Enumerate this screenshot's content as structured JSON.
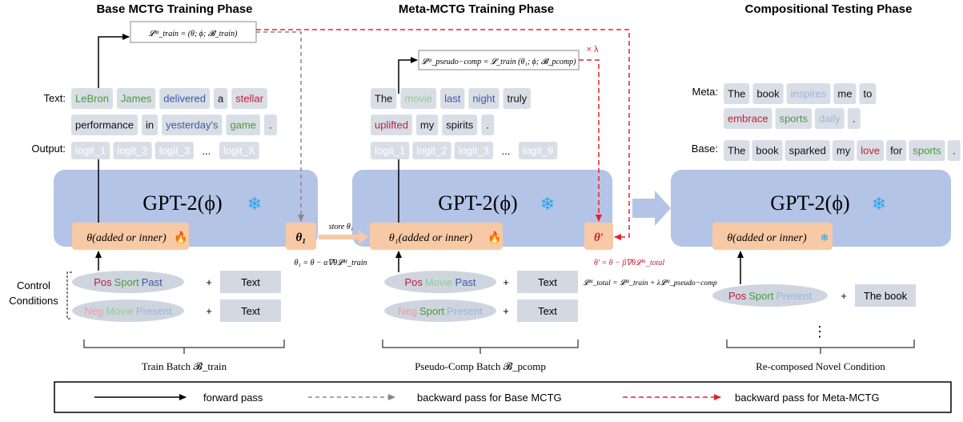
{
  "phases": {
    "base": "Base MCTG Training Phase",
    "meta": "Meta-MCTG Training Phase",
    "test": "Compositional Testing Phase"
  },
  "colors": {
    "gpt_box": "#b4c4e6",
    "orange_box": "#f7c9a4",
    "token_box": "#d9dee6",
    "ellipse": "#cfd5df",
    "text_box": "#d3d9e2",
    "green": "#4a9a3a",
    "red": "#c0203a",
    "blue": "#3a5aa8",
    "light_green": "#8fd08f",
    "light_blue": "#9bb5dc",
    "light_red": "#ee9aa8",
    "dash_red": "#e8202a",
    "dash_gray": "#888888",
    "snow": "#2aa6e8"
  },
  "labels": {
    "text": "Text:",
    "output": "Output:",
    "control": [
      "Control",
      "Conditions"
    ],
    "meta": "Meta:",
    "base": "Base:"
  },
  "formulas": {
    "loss_train": "𝓛ᴹ_train = (θ; ϕ; 𝓑_train)",
    "loss_pseudo": "𝓛ᴹ_pseudo−comp = 𝓛_train (θ₁; ϕ; 𝓑_pcomp)",
    "times_lambda": "× λ",
    "theta1_update": "θ₁ = θ − α∇θ𝓛ᴹ_train",
    "theta_prime_update": "θ′ = θ − β∇θ𝓛ᴹ_total",
    "loss_total": "𝓛ᴹ_total = 𝓛ᴹ_train + λ𝓛ᴹ_pseudo−comp",
    "store": "store θ₁"
  },
  "model": {
    "gpt": "GPT-2(ϕ)",
    "theta_added": "θ(added or inner)",
    "theta1_added": "θ₁(added or inner)",
    "theta1": "θ₁",
    "theta_prime": "θ′"
  },
  "panel1": {
    "text_rows": [
      [
        {
          "t": "LeBron",
          "c": "green"
        },
        {
          "t": "James",
          "c": "green"
        },
        {
          "t": "delivered",
          "c": "blue"
        },
        {
          "t": "a",
          "c": "black"
        },
        {
          "t": "stellar",
          "c": "red"
        }
      ],
      [
        {
          "t": "performance",
          "c": "black"
        },
        {
          "t": "in",
          "c": "black"
        },
        {
          "t": "yesterday's",
          "c": "blue"
        },
        {
          "t": "game",
          "c": "green"
        },
        {
          "t": ".",
          "c": "black"
        }
      ]
    ],
    "outputs": [
      "logit_1",
      "logit_2",
      "logit_3",
      "...",
      "logit_X"
    ],
    "conditions": [
      {
        "tokens": [
          {
            "t": "Pos",
            "c": "red"
          },
          {
            "t": "Sport",
            "c": "green"
          },
          {
            "t": "Past",
            "c": "blue"
          }
        ],
        "plus": "+",
        "text": "Text"
      },
      {
        "tokens": [
          {
            "t": "Neg",
            "c": "light_red"
          },
          {
            "t": "Movie",
            "c": "light_green"
          },
          {
            "t": "Present",
            "c": "light_blue"
          }
        ],
        "plus": "+",
        "text": "Text"
      }
    ],
    "batch": "Train Batch 𝓑_train"
  },
  "panel2": {
    "text_rows": [
      [
        {
          "t": "The",
          "c": "black"
        },
        {
          "t": "movie",
          "c": "light_green"
        },
        {
          "t": "last",
          "c": "blue"
        },
        {
          "t": "night",
          "c": "blue"
        },
        {
          "t": "truly",
          "c": "black"
        }
      ],
      [
        {
          "t": "uplifted",
          "c": "red"
        },
        {
          "t": "my",
          "c": "black"
        },
        {
          "t": "spirits",
          "c": "black"
        },
        {
          "t": ".",
          "c": "black"
        }
      ]
    ],
    "outputs": [
      "logit_1",
      "logit_2",
      "logit_3",
      "...",
      "logit_9"
    ],
    "conditions": [
      {
        "tokens": [
          {
            "t": "Pos",
            "c": "red"
          },
          {
            "t": "Movie",
            "c": "light_green"
          },
          {
            "t": "Past",
            "c": "blue"
          }
        ],
        "plus": "+",
        "text": "Text"
      },
      {
        "tokens": [
          {
            "t": "Neg",
            "c": "light_red"
          },
          {
            "t": "Sport",
            "c": "green"
          },
          {
            "t": "Present",
            "c": "light_blue"
          }
        ],
        "plus": "+",
        "text": "Text"
      }
    ],
    "batch": "Pseudo-Comp Batch 𝓑_pcomp"
  },
  "panel3": {
    "meta_rows": [
      [
        {
          "t": "The",
          "c": "black"
        },
        {
          "t": "book",
          "c": "black"
        },
        {
          "t": "inspires",
          "c": "light_blue"
        },
        {
          "t": "me",
          "c": "black"
        },
        {
          "t": "to",
          "c": "black"
        }
      ],
      [
        {
          "t": "embrace",
          "c": "red"
        },
        {
          "t": "sports",
          "c": "green"
        },
        {
          "t": "daily",
          "c": "light_blue"
        },
        {
          "t": ".",
          "c": "black"
        }
      ]
    ],
    "base_row": [
      {
        "t": "The",
        "c": "black"
      },
      {
        "t": "book",
        "c": "black"
      },
      {
        "t": "sparked",
        "c": "black"
      },
      {
        "t": "my",
        "c": "black"
      },
      {
        "t": "love",
        "c": "red"
      },
      {
        "t": "for",
        "c": "black"
      },
      {
        "t": "sports",
        "c": "green"
      },
      {
        "t": ".",
        "c": "black"
      }
    ],
    "condition": {
      "tokens": [
        {
          "t": "Pos",
          "c": "red"
        },
        {
          "t": "Sport",
          "c": "green"
        },
        {
          "t": "Present",
          "c": "light_blue"
        }
      ],
      "plus": "+",
      "text": "The book"
    },
    "vdots": "⋮",
    "batch": "Re-composed Novel Condition"
  },
  "legend": {
    "forward": "forward pass",
    "backward_base": "backward pass for Base MCTG",
    "backward_meta": "backward pass for Meta-MCTG"
  },
  "icons": [
    "snowflake-icon",
    "flame-icon",
    "arrow-icon"
  ]
}
